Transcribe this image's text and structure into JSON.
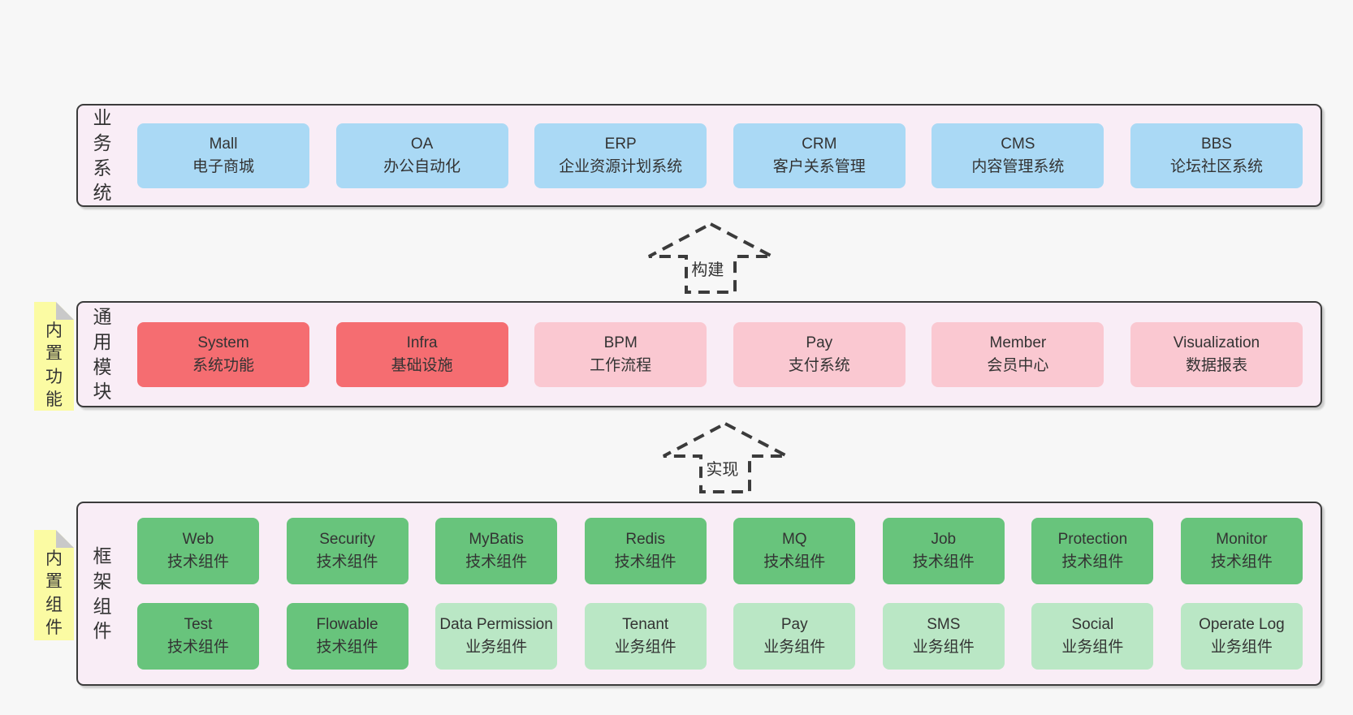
{
  "palette": {
    "page_bg": "#f7f7f7",
    "panel_bg": "#f9edf6",
    "panel_border": "#3b3b3b",
    "blue_box": "#aad9f5",
    "red_box": "#f56d71",
    "pink_box": "#fac8d1",
    "green_box": "#68c47c",
    "light_green_box": "#bae7c5",
    "sticky_yellow": "#fbfba3",
    "sticky_fold": "#c9c9c9",
    "text": "#333333"
  },
  "panels": {
    "business": {
      "label": "业务系统",
      "items": [
        {
          "name": "Mall",
          "subtitle": "电子商城"
        },
        {
          "name": "OA",
          "subtitle": "办公自动化"
        },
        {
          "name": "ERP",
          "subtitle": "企业资源计划系统"
        },
        {
          "name": "CRM",
          "subtitle": "客户关系管理"
        },
        {
          "name": "CMS",
          "subtitle": "内容管理系统"
        },
        {
          "name": "BBS",
          "subtitle": "论坛社区系统"
        }
      ]
    },
    "modules": {
      "label": "通用模块",
      "sticky": "内置功能",
      "items": [
        {
          "name": "System",
          "subtitle": "系统功能"
        },
        {
          "name": "Infra",
          "subtitle": "基础设施"
        },
        {
          "name": "BPM",
          "subtitle": "工作流程"
        },
        {
          "name": "Pay",
          "subtitle": "支付系统"
        },
        {
          "name": "Member",
          "subtitle": "会员中心"
        },
        {
          "name": "Visualization",
          "subtitle": "数据报表"
        }
      ]
    },
    "components": {
      "label": "框架组件",
      "sticky": "内置组件",
      "row1": [
        {
          "name": "Web",
          "subtitle": "技术组件"
        },
        {
          "name": "Security",
          "subtitle": "技术组件"
        },
        {
          "name": "MyBatis",
          "subtitle": "技术组件"
        },
        {
          "name": "Redis",
          "subtitle": "技术组件"
        },
        {
          "name": "MQ",
          "subtitle": "技术组件"
        },
        {
          "name": "Job",
          "subtitle": "技术组件"
        },
        {
          "name": "Protection",
          "subtitle": "技术组件"
        },
        {
          "name": "Monitor",
          "subtitle": "技术组件"
        }
      ],
      "row2": [
        {
          "name": "Test",
          "subtitle": "技术组件"
        },
        {
          "name": "Flowable",
          "subtitle": "技术组件"
        },
        {
          "name": "Data Permission",
          "subtitle": "业务组件"
        },
        {
          "name": "Tenant",
          "subtitle": "业务组件"
        },
        {
          "name": "Pay",
          "subtitle": "业务组件"
        },
        {
          "name": "SMS",
          "subtitle": "业务组件"
        },
        {
          "name": "Social",
          "subtitle": "业务组件"
        },
        {
          "name": "Operate Log",
          "subtitle": "业务组件"
        }
      ]
    }
  },
  "arrows": [
    {
      "label": "构建"
    },
    {
      "label": "实现"
    }
  ]
}
